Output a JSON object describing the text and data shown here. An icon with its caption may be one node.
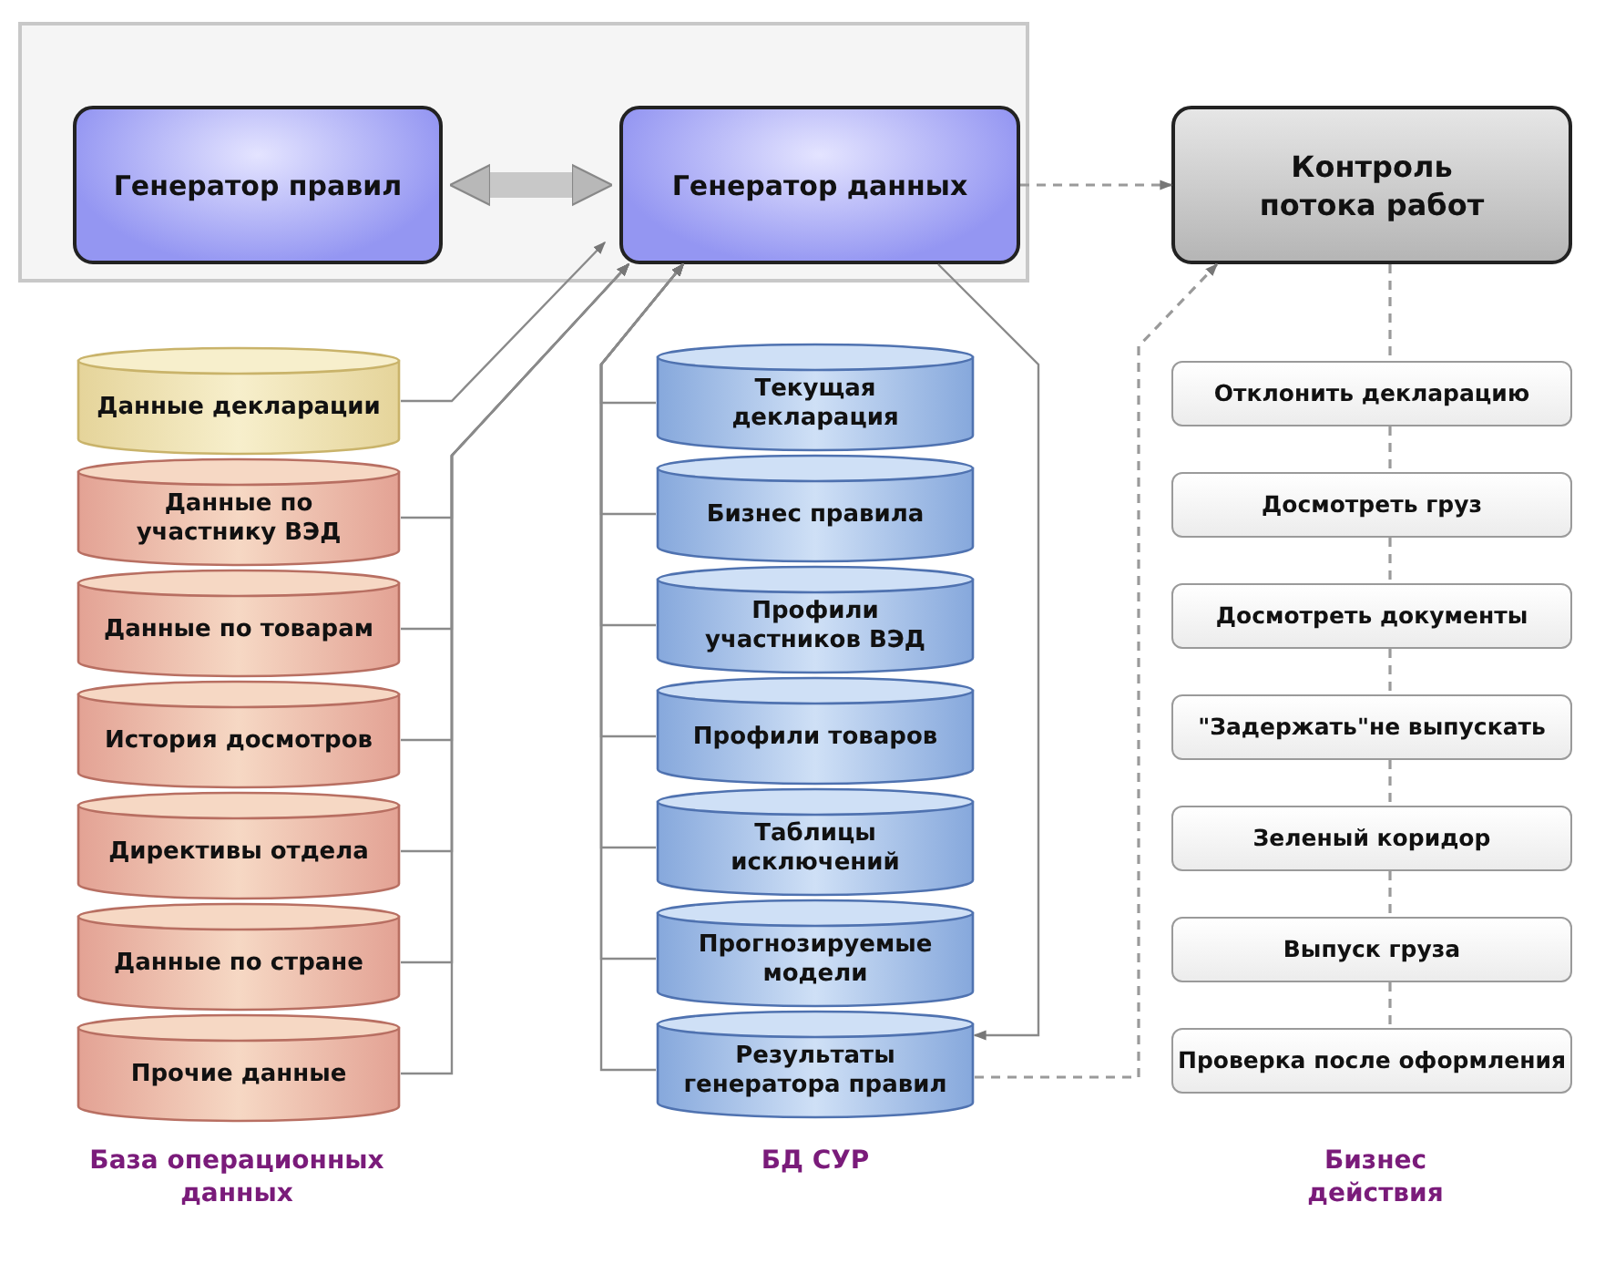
{
  "diagram": {
    "nodes": [
      {
        "text": [],
        "shape": "box"
      },
      {
        "text": [
          "Генератор правил"
        ],
        "in": 0
      },
      {
        "text": [
          "Генератор данных"
        ],
        "in": 0
      },
      {
        "text": [
          "Контроль потока работ"
        ]
      },
      {
        "text": [
          "Данные декларации"
        ]
      },
      {
        "text": [
          "Данные по участнику ВЭД"
        ]
      },
      {
        "text": [
          "Данные по товарам"
        ]
      },
      {
        "text": [
          "История досмотров"
        ]
      },
      {
        "text": [
          "Директивы отдела"
        ]
      },
      {
        "text": [
          "Данные по стране"
        ]
      },
      {
        "text": [
          "Прочие данные"
        ]
      },
      {
        "text": [
          "Текущая декларация"
        ]
      },
      {
        "text": [
          "Бизнес правила"
        ]
      },
      {
        "text": [
          "Профили участников ВЭД"
        ]
      },
      {
        "text": [
          "Профили товаров"
        ]
      },
      {
        "text": [
          "Таблицы исключений"
        ]
      },
      {
        "text": [
          "Прогнозируемые модели"
        ]
      },
      {
        "text": [
          "Результаты генератора правил"
        ]
      },
      {
        "text": [
          "Отклонить декларацию"
        ]
      },
      {
        "text": [
          "Досмотреть груз"
        ]
      },
      {
        "text": [
          "Досмотреть документы"
        ]
      },
      {
        "text": [
          "\"Задержать\"не выпускать"
        ]
      },
      {
        "text": [
          "Зеленый коридор"
        ]
      },
      {
        "text": [
          "Выпуск груза"
        ]
      },
      {
        "text": [
          "Проверка после оформления"
        ]
      }
    ],
    "edges": [
      {
        "from": 1,
        "to": 2,
        "arrow": "both",
        "style": "thick"
      },
      {
        "from": 2,
        "to": 3,
        "arrow": "to",
        "style": "dashed"
      },
      {
        "from": 4,
        "to": 2,
        "arrow": "to"
      },
      {
        "from": 5,
        "to": 2,
        "arrow": "to"
      },
      {
        "from": 6,
        "to": 2,
        "arrow": "to"
      },
      {
        "from": 7,
        "to": 2,
        "arrow": "to"
      },
      {
        "from": 8,
        "to": 2,
        "arrow": "to"
      },
      {
        "from": 9,
        "to": 2,
        "arrow": "to"
      },
      {
        "from": 10,
        "to": 2,
        "arrow": "to"
      },
      {
        "from": 11,
        "to": 2,
        "arrow": "to"
      },
      {
        "from": 12,
        "to": 2,
        "arrow": "to"
      },
      {
        "from": 13,
        "to": 2,
        "arrow": "to"
      },
      {
        "from": 14,
        "to": 2,
        "arrow": "to"
      },
      {
        "from": 15,
        "to": 2,
        "arrow": "to"
      },
      {
        "from": 16,
        "to": 2,
        "arrow": "to"
      },
      {
        "from": 17,
        "to": 2,
        "arrow": "to"
      },
      {
        "from": 2,
        "to": 17,
        "arrow": "to"
      },
      {
        "from": 17,
        "to": 3,
        "arrow": "to",
        "style": "dashed"
      },
      {
        "from": 3,
        "to": 18,
        "arrow": "none",
        "style": "dashed"
      },
      {
        "from": 18,
        "to": 19,
        "arrow": "none",
        "style": "dashed"
      },
      {
        "from": 19,
        "to": 20,
        "arrow": "none",
        "style": "dashed"
      },
      {
        "from": 20,
        "to": 21,
        "arrow": "none",
        "style": "dashed"
      },
      {
        "from": 21,
        "to": 22,
        "arrow": "none",
        "style": "dashed"
      },
      {
        "from": 22,
        "to": 23,
        "arrow": "none",
        "style": "dashed"
      },
      {
        "from": 23,
        "to": 24,
        "arrow": "none",
        "style": "dashed"
      }
    ],
    "labels": [
      "База операционных данных",
      "БД СУР",
      "Бизнес действия"
    ]
  }
}
